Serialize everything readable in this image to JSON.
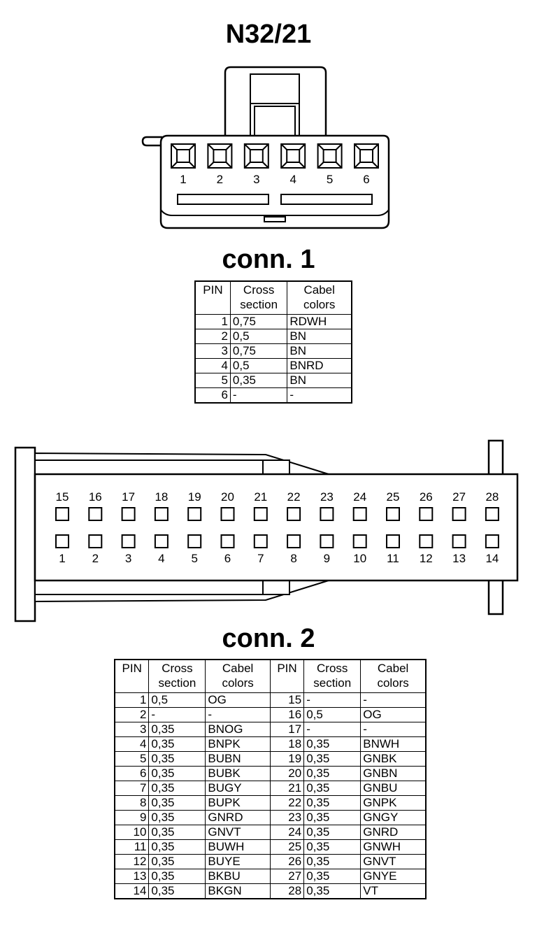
{
  "title": "N32/21",
  "connector1": {
    "title": "conn. 1",
    "pin_labels": [
      "1",
      "2",
      "3",
      "4",
      "5",
      "6"
    ],
    "headers": {
      "pin": "PIN",
      "cross_section": "Cross section",
      "cable_colors": "Cabel colors"
    },
    "rows": [
      {
        "pin": "1",
        "cross_section": "0,75",
        "colors": "RDWH"
      },
      {
        "pin": "2",
        "cross_section": "0,5",
        "colors": "BN"
      },
      {
        "pin": "3",
        "cross_section": "0,75",
        "colors": "BN"
      },
      {
        "pin": "4",
        "cross_section": "0,5",
        "colors": "BNRD"
      },
      {
        "pin": "5",
        "cross_section": "0,35",
        "colors": "BN"
      },
      {
        "pin": "6",
        "cross_section": "-",
        "colors": "-"
      }
    ]
  },
  "connector2": {
    "title": "conn. 2",
    "top_row_labels": [
      "15",
      "16",
      "17",
      "18",
      "19",
      "20",
      "21",
      "22",
      "23",
      "24",
      "25",
      "26",
      "27",
      "28"
    ],
    "bottom_row_labels": [
      "1",
      "2",
      "3",
      "4",
      "5",
      "6",
      "7",
      "8",
      "9",
      "10",
      "11",
      "12",
      "13",
      "14"
    ],
    "headers": {
      "pin": "PIN",
      "cross_section": "Cross section",
      "cable_colors": "Cabel colors"
    },
    "rows": [
      {
        "pin": "1",
        "cross_section": "0,5",
        "colors": "OG",
        "pin2": "15",
        "cross_section2": "-",
        "colors2": "-"
      },
      {
        "pin": "2",
        "cross_section": "-",
        "colors": "-",
        "pin2": "16",
        "cross_section2": "0,5",
        "colors2": "OG"
      },
      {
        "pin": "3",
        "cross_section": "0,35",
        "colors": "BNOG",
        "pin2": "17",
        "cross_section2": "-",
        "colors2": "-"
      },
      {
        "pin": "4",
        "cross_section": "0,35",
        "colors": "BNPK",
        "pin2": "18",
        "cross_section2": "0,35",
        "colors2": "BNWH"
      },
      {
        "pin": "5",
        "cross_section": "0,35",
        "colors": "BUBN",
        "pin2": "19",
        "cross_section2": "0,35",
        "colors2": "GNBK"
      },
      {
        "pin": "6",
        "cross_section": "0,35",
        "colors": "BUBK",
        "pin2": "20",
        "cross_section2": "0,35",
        "colors2": "GNBN"
      },
      {
        "pin": "7",
        "cross_section": "0,35",
        "colors": "BUGY",
        "pin2": "21",
        "cross_section2": "0,35",
        "colors2": "GNBU"
      },
      {
        "pin": "8",
        "cross_section": "0,35",
        "colors": "BUPK",
        "pin2": "22",
        "cross_section2": "0,35",
        "colors2": "GNPK"
      },
      {
        "pin": "9",
        "cross_section": "0,35",
        "colors": "GNRD",
        "pin2": "23",
        "cross_section2": "0,35",
        "colors2": "GNGY"
      },
      {
        "pin": "10",
        "cross_section": "0,35",
        "colors": "GNVT",
        "pin2": "24",
        "cross_section2": "0,35",
        "colors2": "GNRD"
      },
      {
        "pin": "11",
        "cross_section": "0,35",
        "colors": "BUWH",
        "pin2": "25",
        "cross_section2": "0,35",
        "colors2": "GNWH"
      },
      {
        "pin": "12",
        "cross_section": "0,35",
        "colors": "BUYE",
        "pin2": "26",
        "cross_section2": "0,35",
        "colors2": "GNVT"
      },
      {
        "pin": "13",
        "cross_section": "0,35",
        "colors": "BKBU",
        "pin2": "27",
        "cross_section2": "0,35",
        "colors2": "GNYE"
      },
      {
        "pin": "14",
        "cross_section": "0,35",
        "colors": "BKGN",
        "pin2": "28",
        "cross_section2": "0,35",
        "colors2": "VT"
      }
    ]
  }
}
